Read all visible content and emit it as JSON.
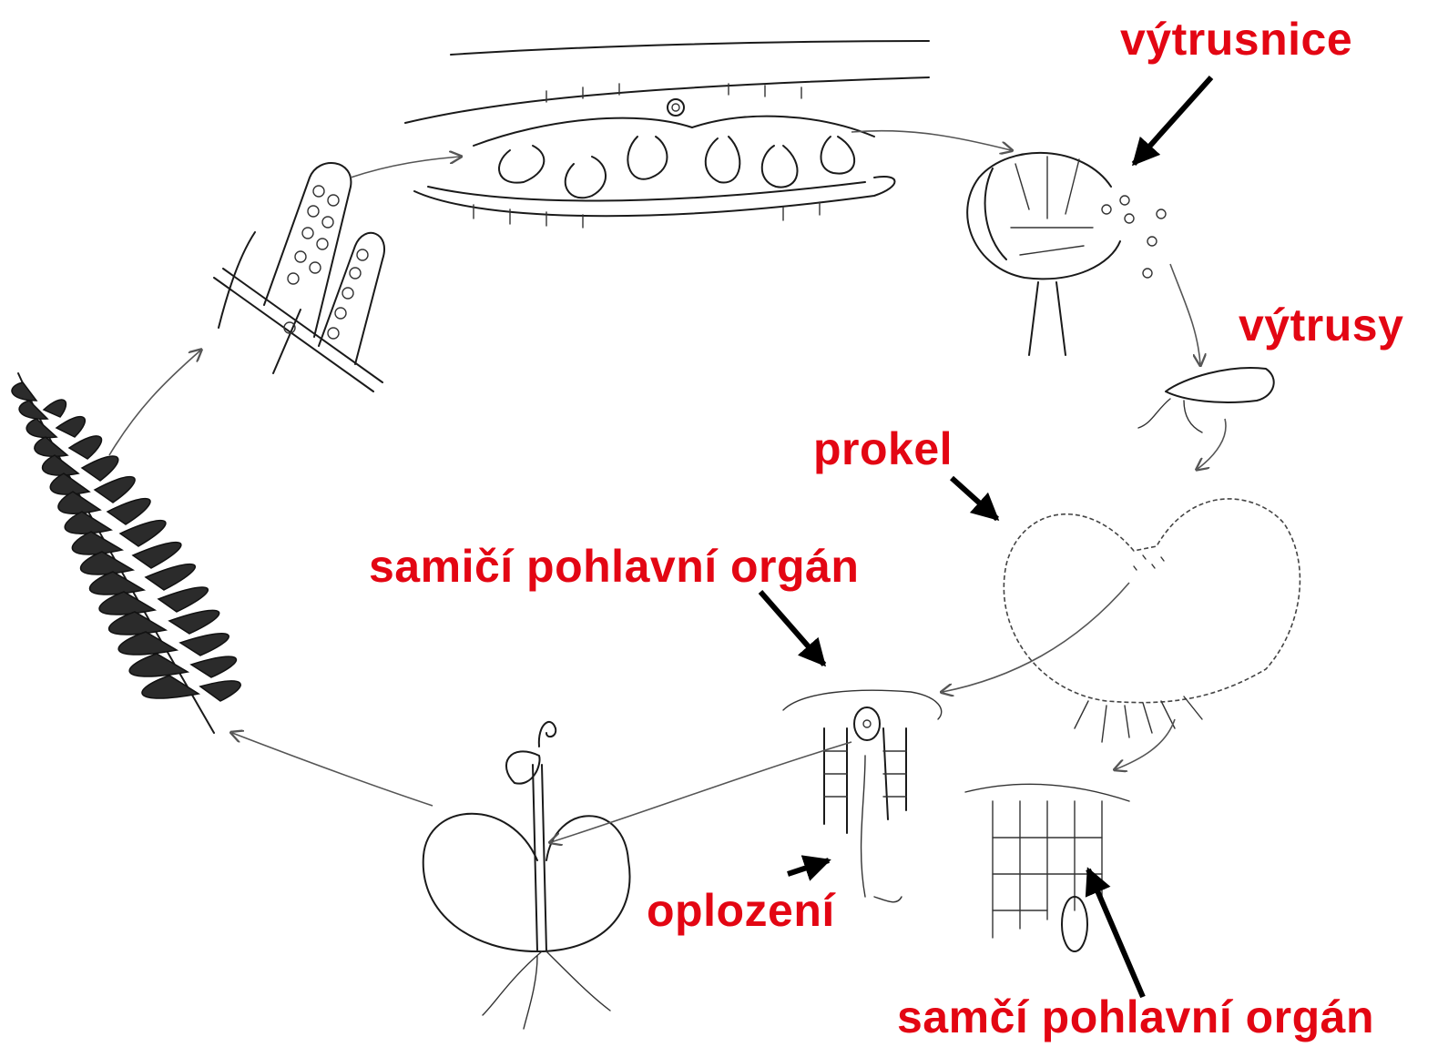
{
  "colors": {
    "label": "#e30613",
    "pointer": "#000000",
    "sketch": "#1a1a1a"
  },
  "labels": {
    "sporangium": "výtrusnice",
    "spores": "výtrusy",
    "prothallus": "prokel",
    "female_organ": "samičí pohlavní orgán",
    "fertilization": "oplození",
    "male_organ": "samčí pohlavní orgán"
  }
}
